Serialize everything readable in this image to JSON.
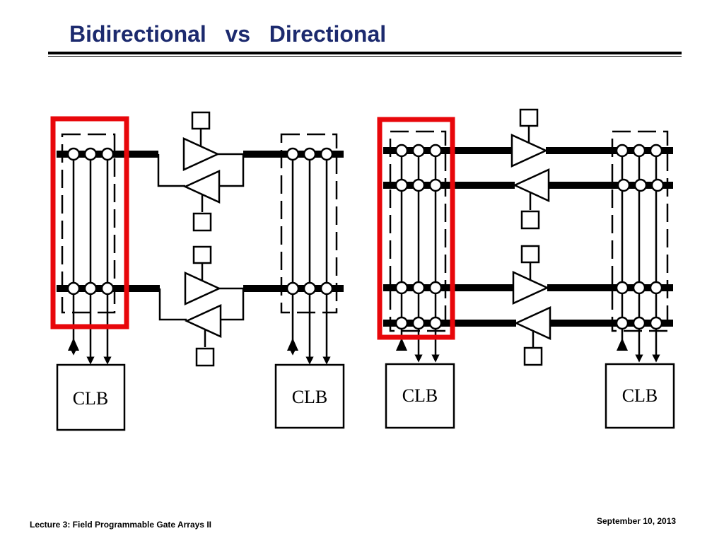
{
  "slide": {
    "title": "Bidirectional   vs   Directional",
    "footer_left": "Lecture 3: Field Programmable Gate Arrays II",
    "footer_right": "September 10, 2013"
  },
  "diagram": {
    "clb_label": "CLB",
    "highlight_color": "#e8070b",
    "line_color": "#000000",
    "left_panel": {
      "type": "bidirectional",
      "tracks": 2
    },
    "right_panel": {
      "type": "directional",
      "tracks": 4
    }
  }
}
